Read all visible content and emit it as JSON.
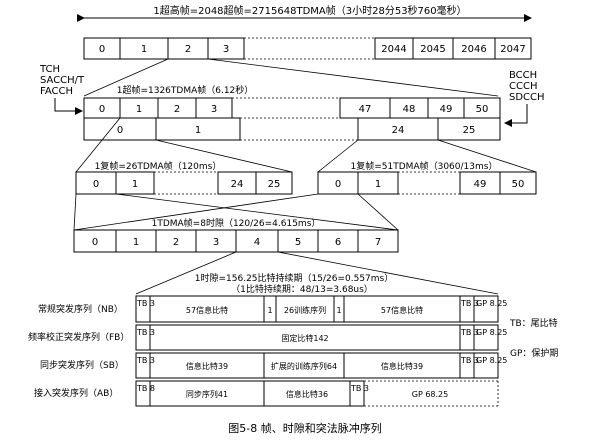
{
  "superframe": {
    "title": "1超高帧=2048超帧=2715648TDMA帧（3小时28分53秒760毫秒）",
    "cells": [
      "0",
      "1",
      "2",
      "3",
      "2044",
      "2045",
      "2046",
      "2047"
    ]
  },
  "superframe_row": {
    "title": "1超帧=1326TDMA帧（6.12秒）",
    "cells": [
      "0",
      "1",
      "2",
      "3",
      "47",
      "48",
      "49",
      "50"
    ],
    "sub_cells": [
      "0",
      "1",
      "24",
      "25"
    ]
  },
  "left_channels": [
    "TCH",
    "SACCH/T",
    "FACCH"
  ],
  "right_channels": [
    "BCCH",
    "CCCH",
    "SDCCH"
  ],
  "multiframe26": {
    "title": "1复帧=26TDMA帧（120ms）",
    "cells": [
      "0",
      "1",
      "24",
      "25"
    ]
  },
  "multiframe51": {
    "title": "1复帧=51TDMA帧（3060/13ms）",
    "cells": [
      "0",
      "1",
      "49",
      "50"
    ]
  },
  "tdma": {
    "title": "1TDMA帧=8时隙（120/26=4.615ms）",
    "cells": [
      "0",
      "1",
      "2",
      "3",
      "4",
      "5",
      "6",
      "7"
    ]
  },
  "timeslot": {
    "line1": "1时隙=156.25比特持续期（15/26=0.557ms）",
    "line2": "（1比特持续期：48/13=3.68us）"
  },
  "bursts": [
    {
      "label": "常规突发序列（NB）",
      "fields": [
        "TB 3",
        "57信息比特",
        "1",
        "26训练序列",
        "1",
        "57信息比特",
        "TB 3",
        "GP 8.25"
      ]
    },
    {
      "label": "频率校正突发序列（FB）",
      "fields": [
        "TB 3",
        "固定比特142",
        "TB 3",
        "GP 8.25"
      ]
    },
    {
      "label": "同步突发序列（SB）",
      "fields": [
        "TB 3",
        "信息比特39",
        "扩展的训练序列64",
        "信息比特39",
        "TB 3",
        "GP 8.25"
      ]
    },
    {
      "label": "接入突发序列（AB）",
      "fields": [
        "TB 8",
        "同步序列41",
        "信息比特36",
        "TB 3",
        "GP 68.25"
      ]
    }
  ],
  "legend": {
    "tb": "TB：尾比特",
    "gp": "GP：保护期"
  },
  "caption": "图5-8   帧、时隙和突法脉冲序列"
}
